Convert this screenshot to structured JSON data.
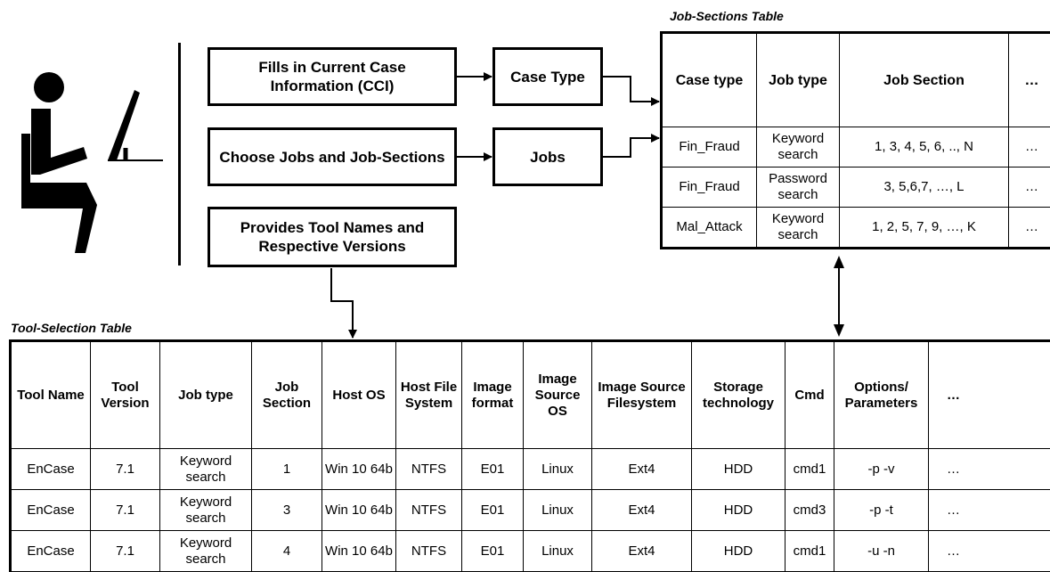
{
  "actions": {
    "fill_cci": "Fills in Current Case Information (CCI)",
    "choose_jobs": "Choose Jobs and Job-Sections",
    "provide_tools": "Provides Tool Names and Respective Versions"
  },
  "outputs": {
    "case_type": "Case Type",
    "jobs": "Jobs"
  },
  "job_sections_table": {
    "caption": "Job-Sections Table",
    "headers": [
      "Case type",
      "Job type",
      "Job  Section",
      "…"
    ],
    "rows": [
      [
        "Fin_Fraud",
        "Keyword search",
        "1, 3, 4, 5, 6, .., N",
        "…"
      ],
      [
        "Fin_Fraud",
        "Password search",
        "3, 5,6,7, …, L",
        "…"
      ],
      [
        "Mal_Attack",
        "Keyword search",
        "1, 2, 5, 7, 9, …, K",
        "…"
      ]
    ]
  },
  "tool_selection_table": {
    "caption": "Tool-Selection Table",
    "headers": [
      "Tool Name",
      "Tool Version",
      "Job type",
      "Job Section",
      "Host OS",
      "Host File System",
      "Image format",
      "Image Source OS",
      "Image Source Filesystem",
      "Storage technology",
      "Cmd",
      "Options/ Parameters",
      "…"
    ],
    "rows": [
      [
        "EnCase",
        "7.1",
        "Keyword search",
        "1",
        "Win 10 64b",
        "NTFS",
        "E01",
        "Linux",
        "Ext4",
        "HDD",
        "cmd1",
        "-p -v",
        "…"
      ],
      [
        "EnCase",
        "7.1",
        "Keyword search",
        "3",
        "Win 10 64b",
        "NTFS",
        "E01",
        "Linux",
        "Ext4",
        "HDD",
        "cmd3",
        "-p -t",
        "…"
      ],
      [
        "EnCase",
        "7.1",
        "Keyword search",
        "4",
        "Win 10 64b",
        "NTFS",
        "E01",
        "Linux",
        "Ext4",
        "HDD",
        "cmd1",
        "-u -n",
        "…"
      ]
    ]
  }
}
